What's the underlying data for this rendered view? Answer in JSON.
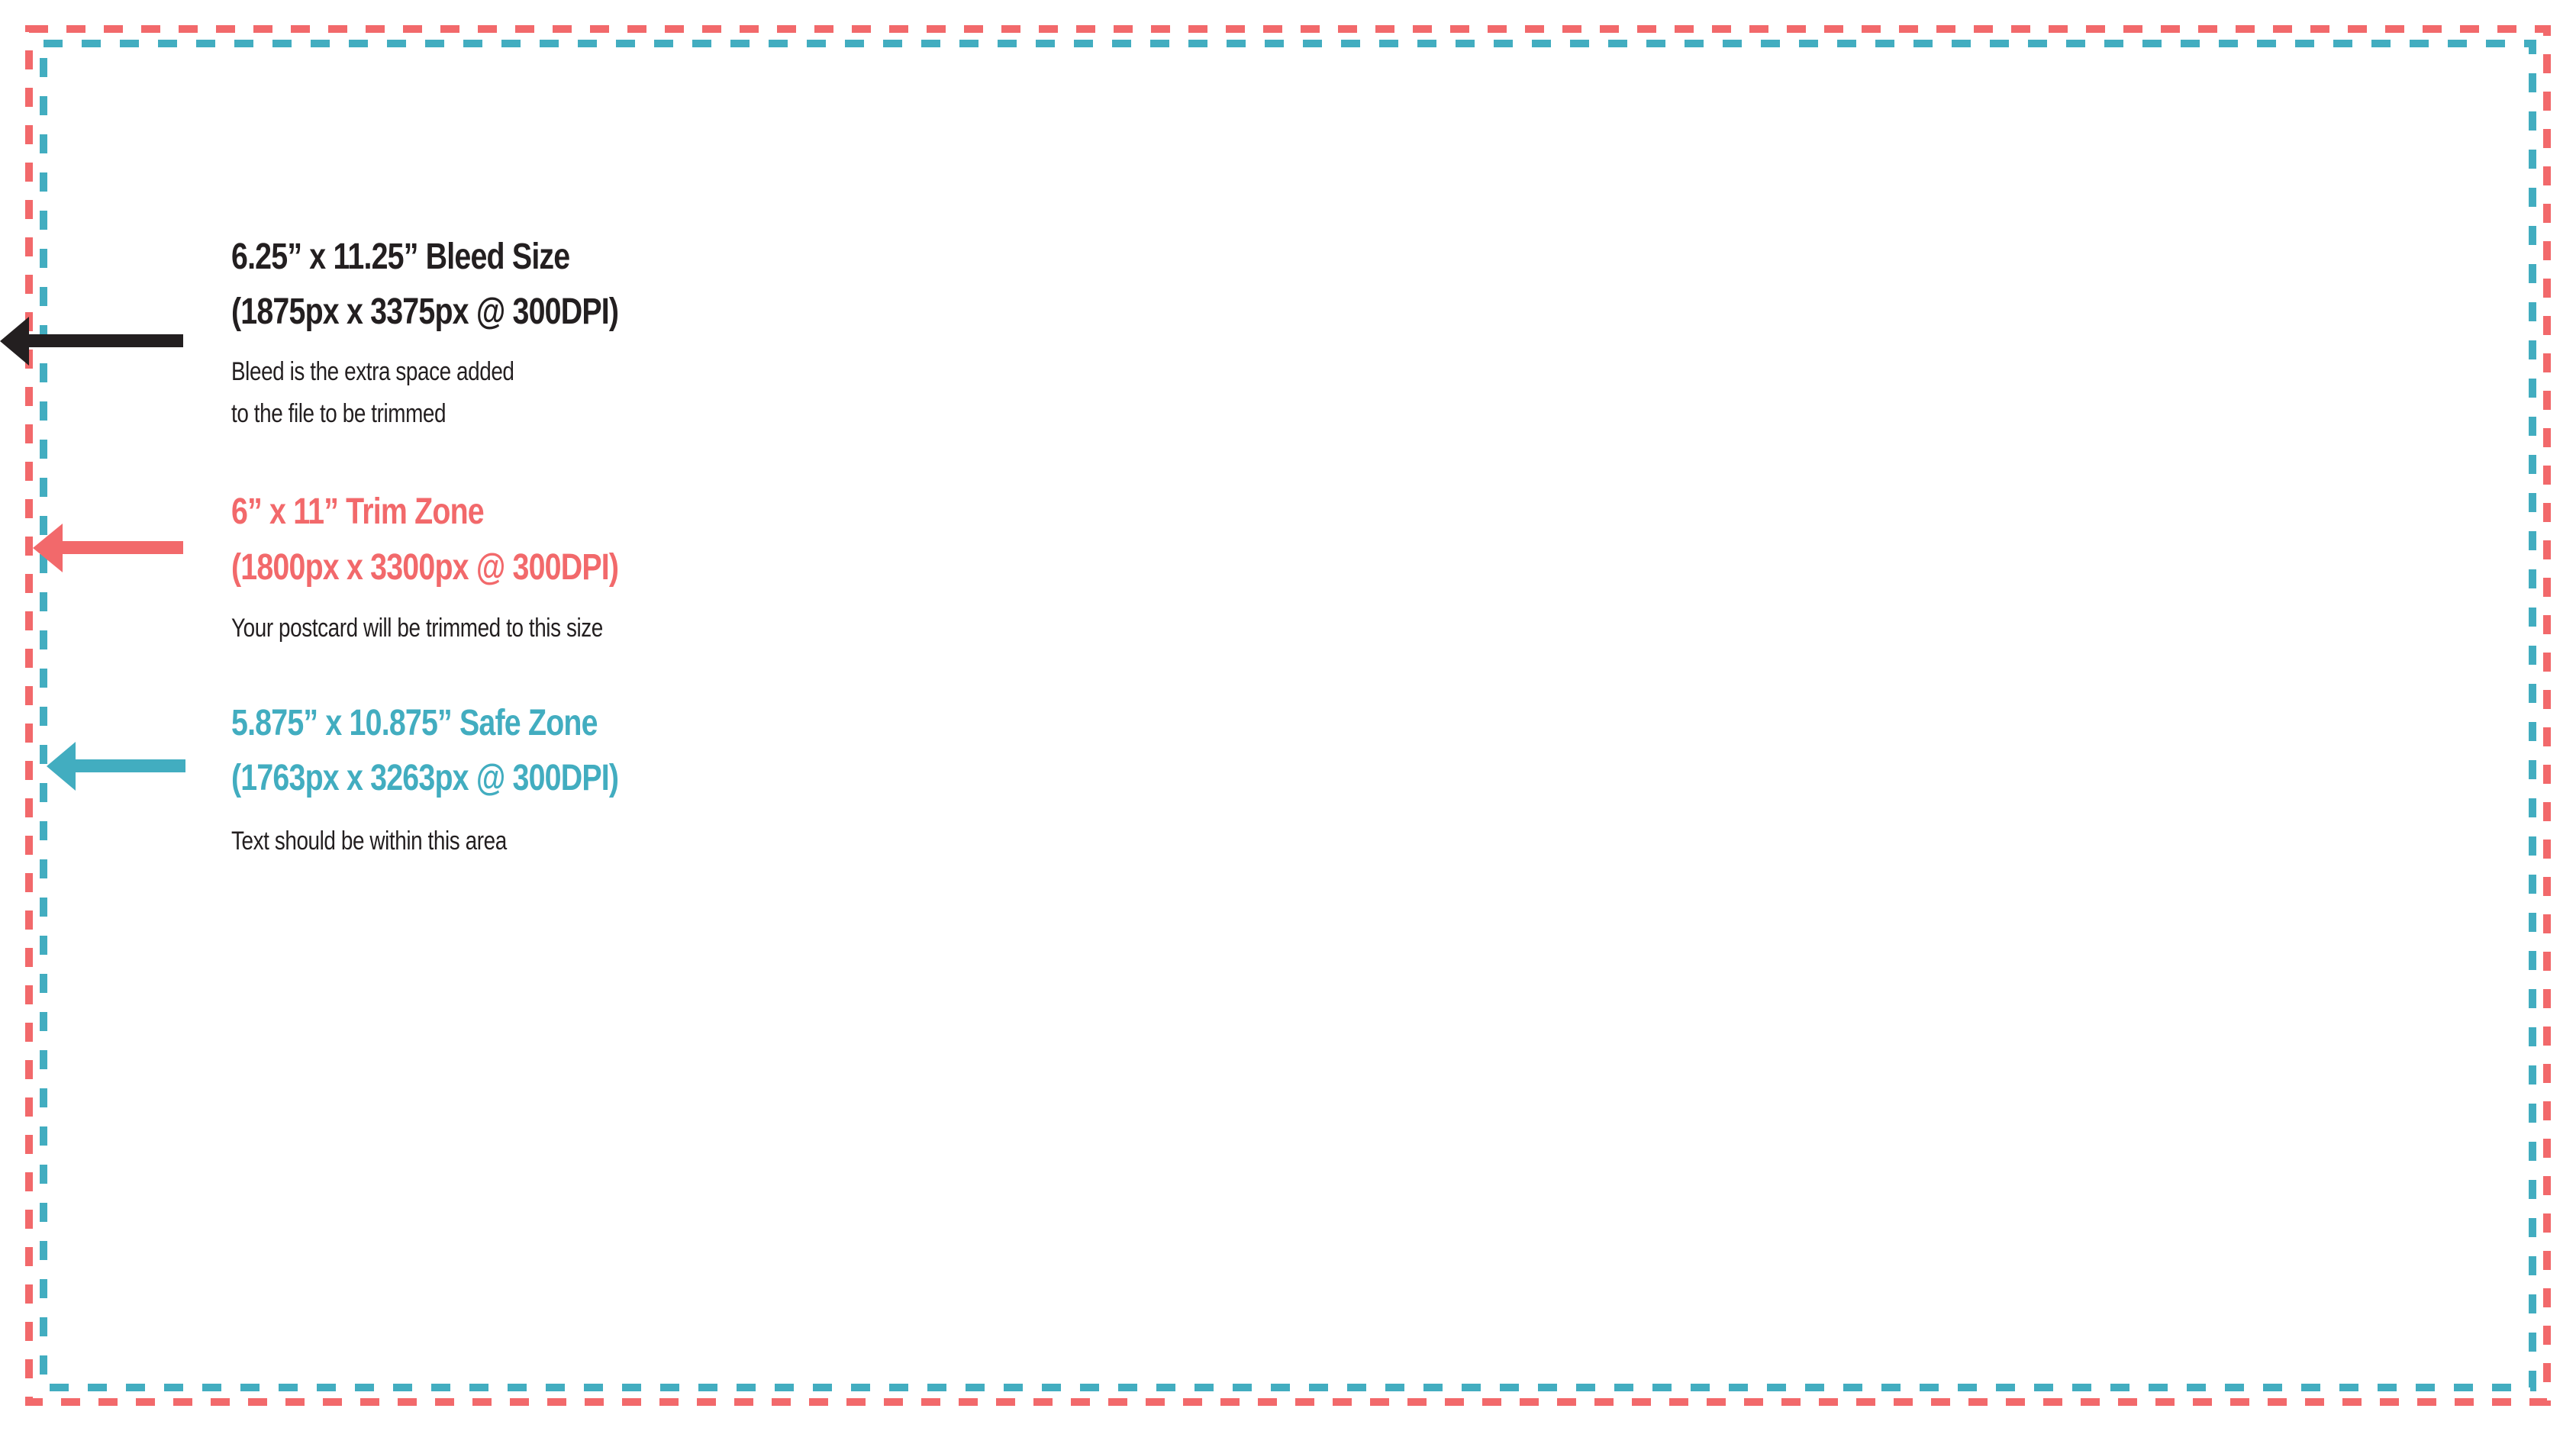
{
  "colors": {
    "bleed": "#231f20",
    "trim": "#f2696b",
    "safe": "#42adc0"
  },
  "bleed": {
    "title": "6.25” x 11.25” Bleed Size",
    "subtitle": "(1875px x 3375px @ 300DPI)",
    "description_1": "Bleed is the extra space added",
    "description_2": "to the file to be trimmed"
  },
  "trim": {
    "title": "6” x 11”  Trim Zone",
    "subtitle": "(1800px x 3300px @ 300DPI)",
    "description": "Your postcard will be trimmed to this size"
  },
  "safe": {
    "title": "5.875” x 10.875” Safe Zone",
    "subtitle": "(1763px x 3263px @ 300DPI)",
    "description": "Text should be within this area"
  }
}
